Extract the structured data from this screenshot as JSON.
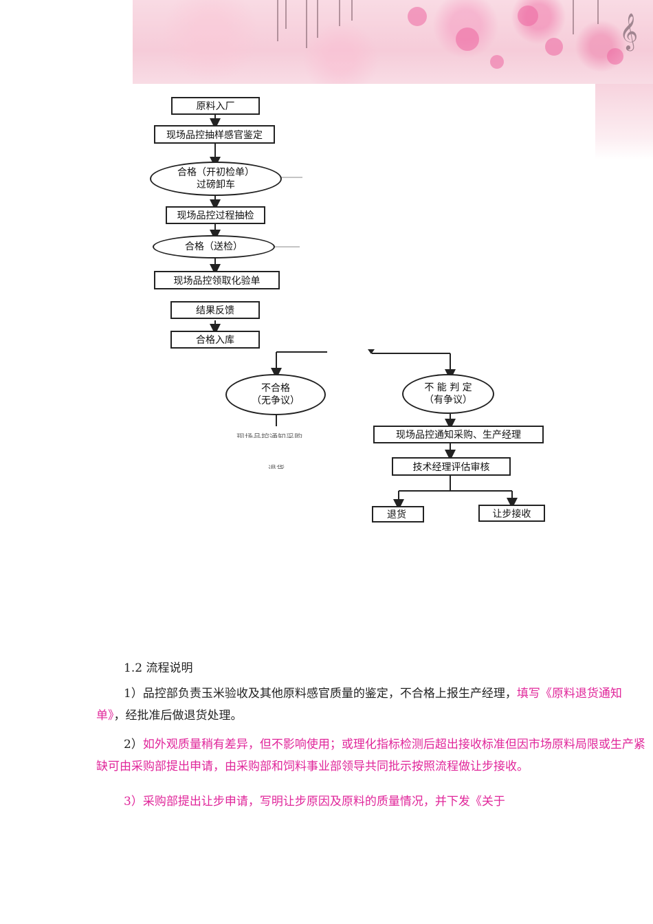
{
  "flowchart": {
    "step1": "原料入厂",
    "step2": "现场品控抽样感官鉴定",
    "oval1_line1": "合格（开初检单）",
    "oval1_line2": "过磅卸车",
    "step3": "现场品控过程抽检",
    "oval2": "合格（送检）",
    "step4": "现场品控领取化验单",
    "step5": "结果反馈",
    "step6": "合格入库",
    "oval3_line1": "不合格",
    "oval3_line2": "（无争议）",
    "oval4_line1": "不 能 判 定",
    "oval4_line2": "（有争议）",
    "step7": "现场品控通知采购、生产经理",
    "step8": "技术经理评估审核",
    "step9": "退货",
    "step10": "让步接收",
    "frag1": "现场品控通知采购",
    "frag2": "退货"
  },
  "section": {
    "heading": "1.2  流程说明",
    "p1_normal": "1）品控部负责玉米验收及其他原料感官质量的鉴定，不合格上报生产经理，",
    "p1_pink": "填写《原料退货通知单》",
    "p1_tail": "，经批准后做退货处理。",
    "p2_prefix": "2）",
    "p2_pink": "如外观质量稍有差异，但不影响使用；或理化指标检测后超出接收标准但因市场原料局限或生产紧缺可由采购部提出申请，由采购部和饲料事业部领导共同批示按照流程做让步接收。",
    "p3_pink": "3）采购部提出让步申请，写明让步原因及原料的质量情况，并下发《关于"
  },
  "colors": {
    "pink": "#e0269a",
    "text": "#222222",
    "banner": "#f6ccd9"
  }
}
